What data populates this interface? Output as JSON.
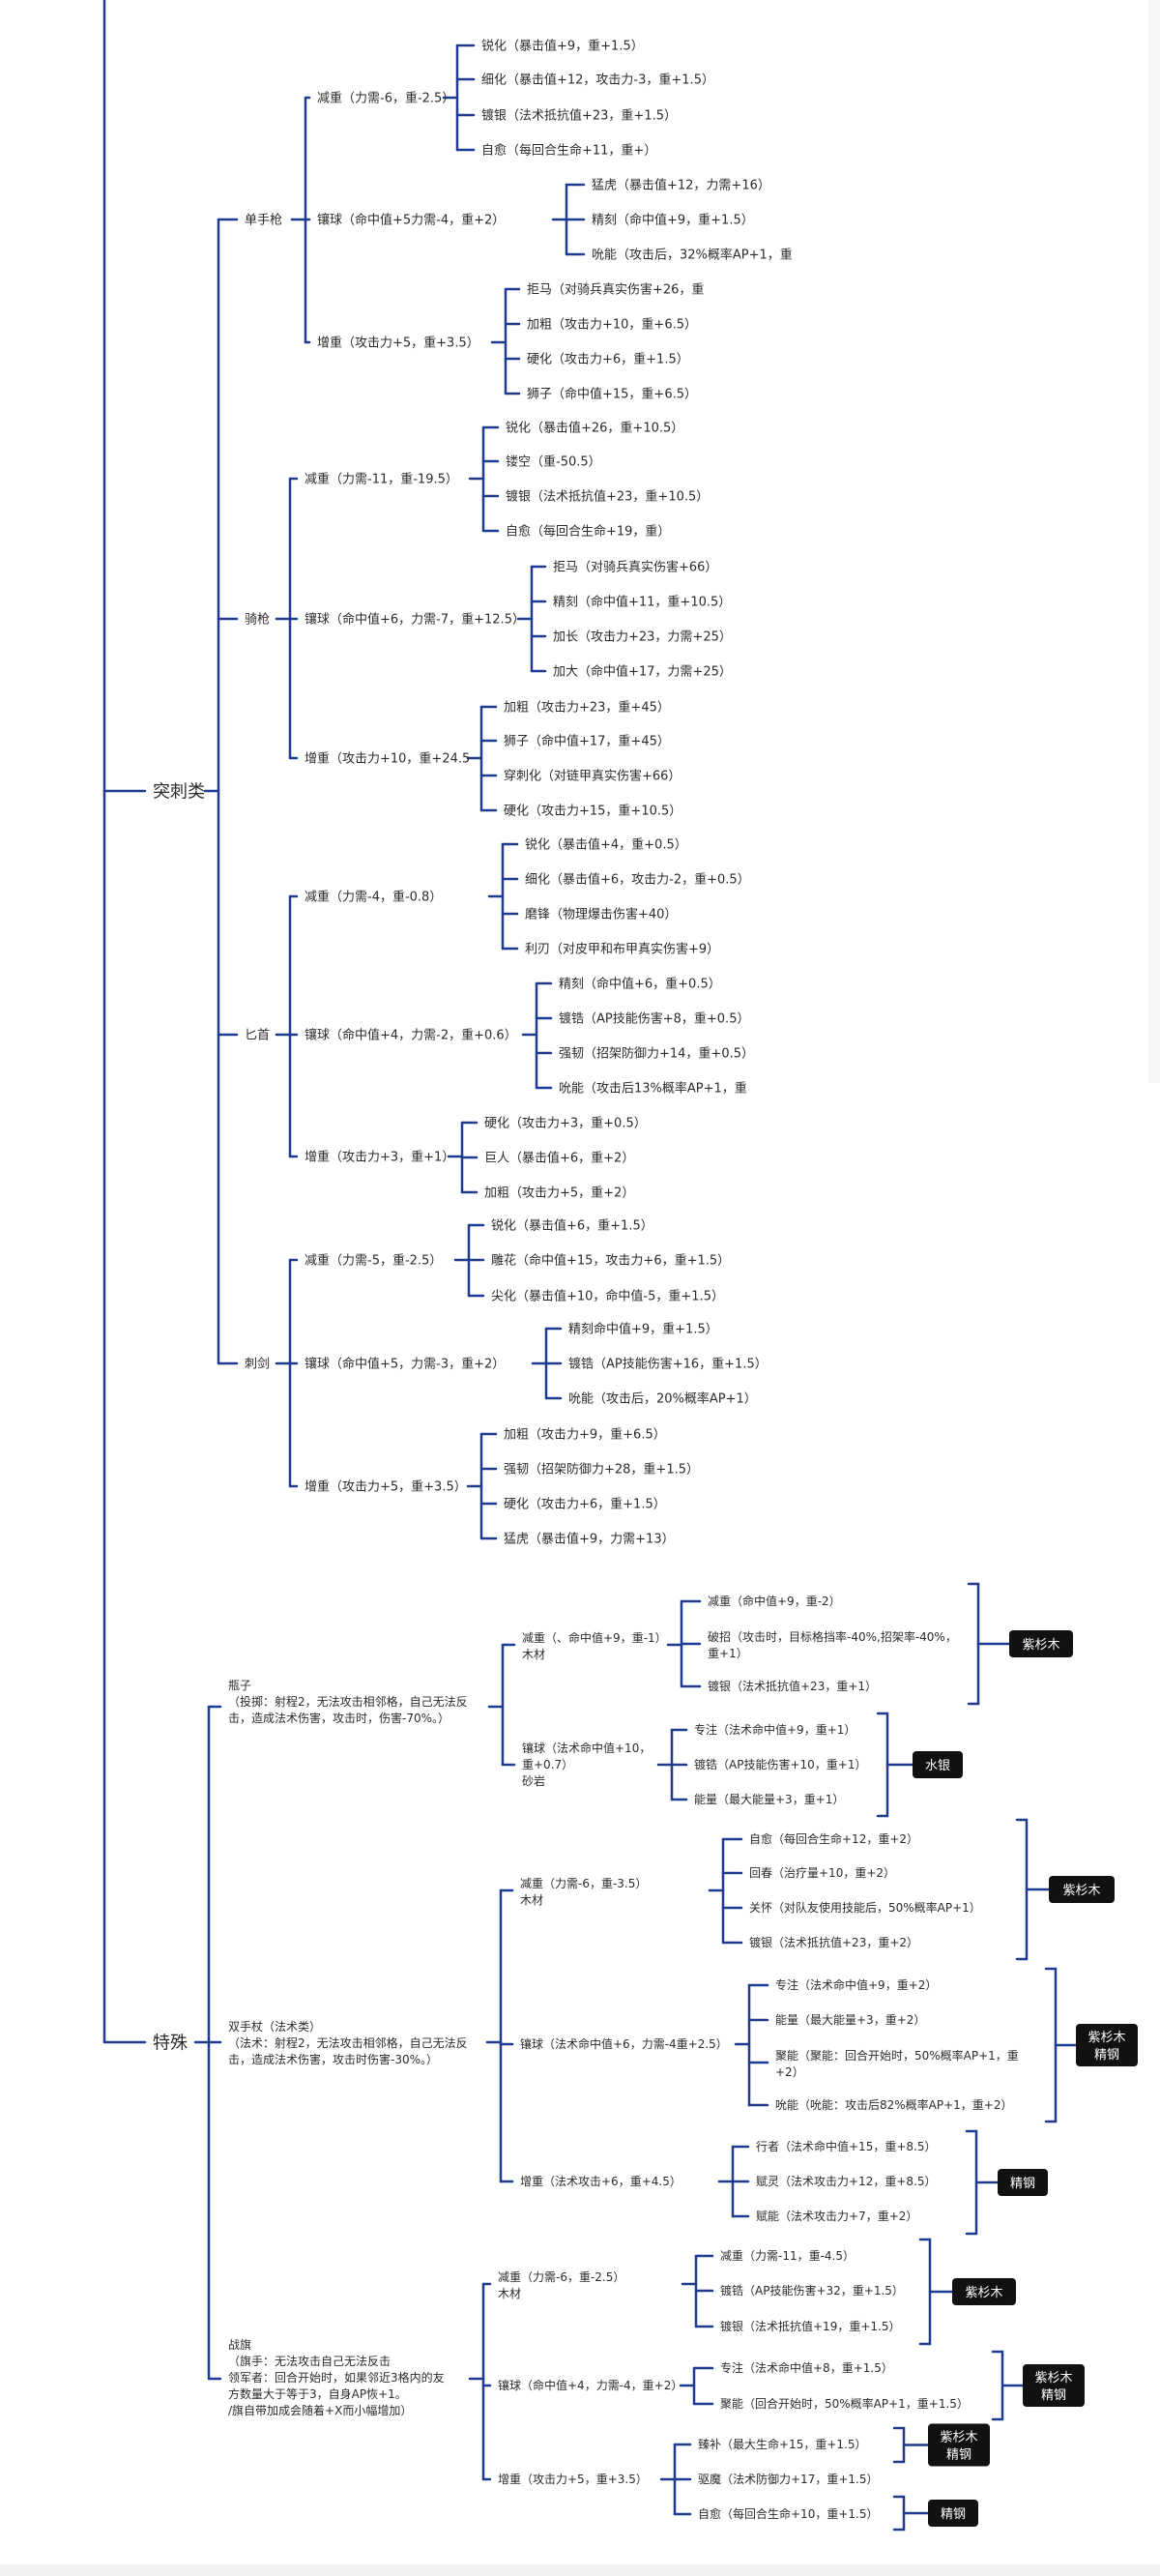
{
  "nodes": [
    {
      "id": "c1",
      "text": "突刺类"
    },
    {
      "id": "c2",
      "text": "特殊"
    },
    {
      "id": "w1",
      "text": "单手枪"
    },
    {
      "id": "w1a",
      "text": "减重（力需-6，重-2.5）"
    },
    {
      "id": "w1a1",
      "text": "锐化（暴击值+9，重+1.5）"
    },
    {
      "id": "w1a2",
      "text": "细化（暴击值+12，攻击力-3，重+1.5）"
    },
    {
      "id": "w1a3",
      "text": "镀银（法术抵抗值+23，重+1.5）"
    },
    {
      "id": "w1a4",
      "text": "自愈（每回合生命+11，重+）"
    },
    {
      "id": "w1b",
      "text": "镶球（命中值+5力需-4，重+2）"
    },
    {
      "id": "w1b1",
      "text": "猛虎（暴击值+12，力需+16）"
    },
    {
      "id": "w1b2",
      "text": "精刻（命中值+9，重+1.5）"
    },
    {
      "id": "w1b3",
      "text": "吮能（攻击后，32%概率AP+1，重"
    },
    {
      "id": "w1c",
      "text": "增重（攻击力+5，重+3.5）"
    },
    {
      "id": "w1c1",
      "text": "拒马（对骑兵真实伤害+26，重"
    },
    {
      "id": "w1c2",
      "text": "加粗（攻击力+10，重+6.5）"
    },
    {
      "id": "w1c3",
      "text": "硬化（攻击力+6，重+1.5）"
    },
    {
      "id": "w1c4",
      "text": "狮子（命中值+15，重+6.5）"
    },
    {
      "id": "w2",
      "text": "骑枪"
    },
    {
      "id": "w2a",
      "text": "减重（力需-11，重-19.5）"
    },
    {
      "id": "w2a1",
      "text": "锐化（暴击值+26，重+10.5）"
    },
    {
      "id": "w2a2",
      "text": "镂空（重-50.5）"
    },
    {
      "id": "w2a3",
      "text": "镀银（法术抵抗值+23，重+10.5）"
    },
    {
      "id": "w2a4",
      "text": "自愈（每回合生命+19，重）"
    },
    {
      "id": "w2b",
      "text": "镶球（命中值+6，力需-7，重+12.5）"
    },
    {
      "id": "w2b1",
      "text": "拒马（对骑兵真实伤害+66）"
    },
    {
      "id": "w2b2",
      "text": "精刻（命中值+11，重+10.5）"
    },
    {
      "id": "w2b3",
      "text": "加长（攻击力+23，力需+25）"
    },
    {
      "id": "w2b4",
      "text": "加大（命中值+17，力需+25）"
    },
    {
      "id": "w2c",
      "text": "增重（攻击力+10，重+24.5"
    },
    {
      "id": "w2c1",
      "text": "加粗（攻击力+23，重+45）"
    },
    {
      "id": "w2c2",
      "text": "狮子（命中值+17，重+45）"
    },
    {
      "id": "w2c3",
      "text": "穿刺化（对链甲真实伤害+66）"
    },
    {
      "id": "w2c4",
      "text": "硬化（攻击力+15，重+10.5）"
    },
    {
      "id": "w3",
      "text": "匕首"
    },
    {
      "id": "w3a",
      "text": "减重（力需-4，重-0.8）"
    },
    {
      "id": "w3a1",
      "text": "锐化（暴击值+4，重+0.5）"
    },
    {
      "id": "w3a2",
      "text": "细化（暴击值+6，攻击力-2，重+0.5）"
    },
    {
      "id": "w3a3",
      "text": "磨锋（物理爆击伤害+40）"
    },
    {
      "id": "w3a4",
      "text": "利刃（对皮甲和布甲真实伤害+9）"
    },
    {
      "id": "w3b",
      "text": "镶球（命中值+4，力需-2，重+0.6）"
    },
    {
      "id": "w3b1",
      "text": "精刻（命中值+6，重+0.5）"
    },
    {
      "id": "w3b2",
      "text": "镀锆（AP技能伤害+8，重+0.5）"
    },
    {
      "id": "w3b3",
      "text": "强韧（招架防御力+14，重+0.5）"
    },
    {
      "id": "w3b4",
      "text": "吮能（攻击后13%概率AP+1，重"
    },
    {
      "id": "w3c",
      "text": "增重（攻击力+3，重+1）"
    },
    {
      "id": "w3c1",
      "text": "硬化（攻击力+3，重+0.5）"
    },
    {
      "id": "w3c2",
      "text": "巨人（暴击值+6，重+2）"
    },
    {
      "id": "w3c3",
      "text": "加粗（攻击力+5，重+2）"
    },
    {
      "id": "w4",
      "text": "刺剑"
    },
    {
      "id": "w4a",
      "text": "减重（力需-5，重-2.5）"
    },
    {
      "id": "w4a1",
      "text": "锐化（暴击值+6，重+1.5）"
    },
    {
      "id": "w4a2",
      "text": "雕花（命中值+15，攻击力+6，重+1.5）"
    },
    {
      "id": "w4a3",
      "text": "尖化（暴击值+10，命中值-5，重+1.5）"
    },
    {
      "id": "w4b",
      "text": "镶球（命中值+5，力需-3，重+2）"
    },
    {
      "id": "w4b1",
      "text": "精刻命中值+9，重+1.5）"
    },
    {
      "id": "w4b2",
      "text": "镀锆（AP技能伤害+16，重+1.5）"
    },
    {
      "id": "w4b3",
      "text": "吮能（攻击后，20%概率AP+1）"
    },
    {
      "id": "w4c",
      "text": "增重（攻击力+5，重+3.5）"
    },
    {
      "id": "w4c1",
      "text": "加粗（攻击力+9，重+6.5）"
    },
    {
      "id": "w4c2",
      "text": "强韧（招架防御力+28，重+1.5）"
    },
    {
      "id": "w4c3",
      "text": "硬化（攻击力+6，重+1.5）"
    },
    {
      "id": "w4c4",
      "text": "猛虎（暴击值+9，力需+13）"
    },
    {
      "id": "s1",
      "text": "瓶子\n（投掷：射程2，无法攻击相邻格，自己无法反\n击，造成法术伤害，攻击时，伤害-70%。）"
    },
    {
      "id": "s1a",
      "text": "减重（、命中值+9，重-1）\n木材"
    },
    {
      "id": "s1a1",
      "text": "减重（命中值+9，重-2）"
    },
    {
      "id": "s1a2",
      "text": "破招（攻击时，目标格挡率-40%,招架率-40%，\n重+1）"
    },
    {
      "id": "s1a3",
      "text": "镀银（法术抵抗值+23，重+1）"
    },
    {
      "id": "s1b",
      "text": "镶球（法术命中值+10，\n重+0.7）\n砂岩"
    },
    {
      "id": "s1b1",
      "text": "专注（法术命中值+9，重+1）"
    },
    {
      "id": "s1b2",
      "text": "镀锆（AP技能伤害+10，重+1）"
    },
    {
      "id": "s1b3",
      "text": "能量（最大能量+3，重+1）"
    },
    {
      "id": "s2",
      "text": "双手杖（法术类）\n（法术：射程2，无法攻击相邻格，自己无法反\n击，造成法术伤害，攻击时伤害-30%。）"
    },
    {
      "id": "s2a",
      "text": "减重（力需-6，重-3.5）\n木材"
    },
    {
      "id": "s2a1",
      "text": "自愈（每回合生命+12，重+2）"
    },
    {
      "id": "s2a2",
      "text": "回春（治疗量+10，重+2）"
    },
    {
      "id": "s2a3",
      "text": "关怀（对队友使用技能后，50%概率AP+1）"
    },
    {
      "id": "s2a4",
      "text": "镀银（法术抵抗值+23，重+2）"
    },
    {
      "id": "s2b",
      "text": "镶球（法术命中值+6，力需-4重+2.5）"
    },
    {
      "id": "s2b1",
      "text": "专注（法术命中值+9，重+2）"
    },
    {
      "id": "s2b2",
      "text": "能量（最大能量+3，重+2）"
    },
    {
      "id": "s2b3",
      "text": "聚能（聚能：回合开始时，50%概率AP+1，重\n+2）"
    },
    {
      "id": "s2b4",
      "text": "吮能（吮能：攻击后82%概率AP+1，重+2）"
    },
    {
      "id": "s2c",
      "text": "增重（法术攻击+6，重+4.5）"
    },
    {
      "id": "s2c1",
      "text": "行者（法术命中值+15，重+8.5）"
    },
    {
      "id": "s2c2",
      "text": "赋灵（法术攻击力+12，重+8.5）"
    },
    {
      "id": "s2c3",
      "text": "赋能（法术攻击力+7，重+2）"
    },
    {
      "id": "s3",
      "text": "战旗\n（旗手：无法攻击自己无法反击\n领军者：回合开始时，如果邻近3格内的友\n方数量大于等于3，自身AP恢+1。\n/旗自带加成会随着+X而小幅增加）"
    },
    {
      "id": "s3a",
      "text": "减重（力需-6，重-2.5）\n木材"
    },
    {
      "id": "s3a1",
      "text": "减重（力需-11，重-4.5）"
    },
    {
      "id": "s3a2",
      "text": "镀锆（AP技能伤害+32，重+1.5）"
    },
    {
      "id": "s3a3",
      "text": "镀银（法术抵抗值+19，重+1.5）"
    },
    {
      "id": "s3b",
      "text": "镶球（命中值+4，力需-4，重+2）"
    },
    {
      "id": "s3b1",
      "text": "专注（法术命中值+8，重+1.5）"
    },
    {
      "id": "s3b2",
      "text": "聚能（回合开始时，50%概率AP+1，重+1.5）"
    },
    {
      "id": "s3c",
      "text": "增重（攻击力+5，重+3.5）"
    },
    {
      "id": "s3c1",
      "text": "臻补（最大生命+15，重+1.5）"
    },
    {
      "id": "s3c2",
      "text": "驱魔（法术防御力+17，重+1.5）"
    },
    {
      "id": "s3c3",
      "text": "自愈（每回合生命+10，重+1.5）"
    }
  ],
  "materials": [
    {
      "id": "m1",
      "text": "紫杉木"
    },
    {
      "id": "m2",
      "text": "水银"
    },
    {
      "id": "m3",
      "text": "紫杉木"
    },
    {
      "id": "m4",
      "text": "紫杉木\n精钢"
    },
    {
      "id": "m5",
      "text": "精钢"
    },
    {
      "id": "m6",
      "text": "紫杉木"
    },
    {
      "id": "m7",
      "text": "紫杉木\n精钢"
    },
    {
      "id": "m8",
      "text": "紫杉木\n精钢"
    },
    {
      "id": "m9",
      "text": "精钢"
    }
  ],
  "colors": {
    "edge": "#1f3b8f",
    "text": "#2b2b2b",
    "tag_bg": "#111111",
    "tag_text": "#ffffff"
  }
}
